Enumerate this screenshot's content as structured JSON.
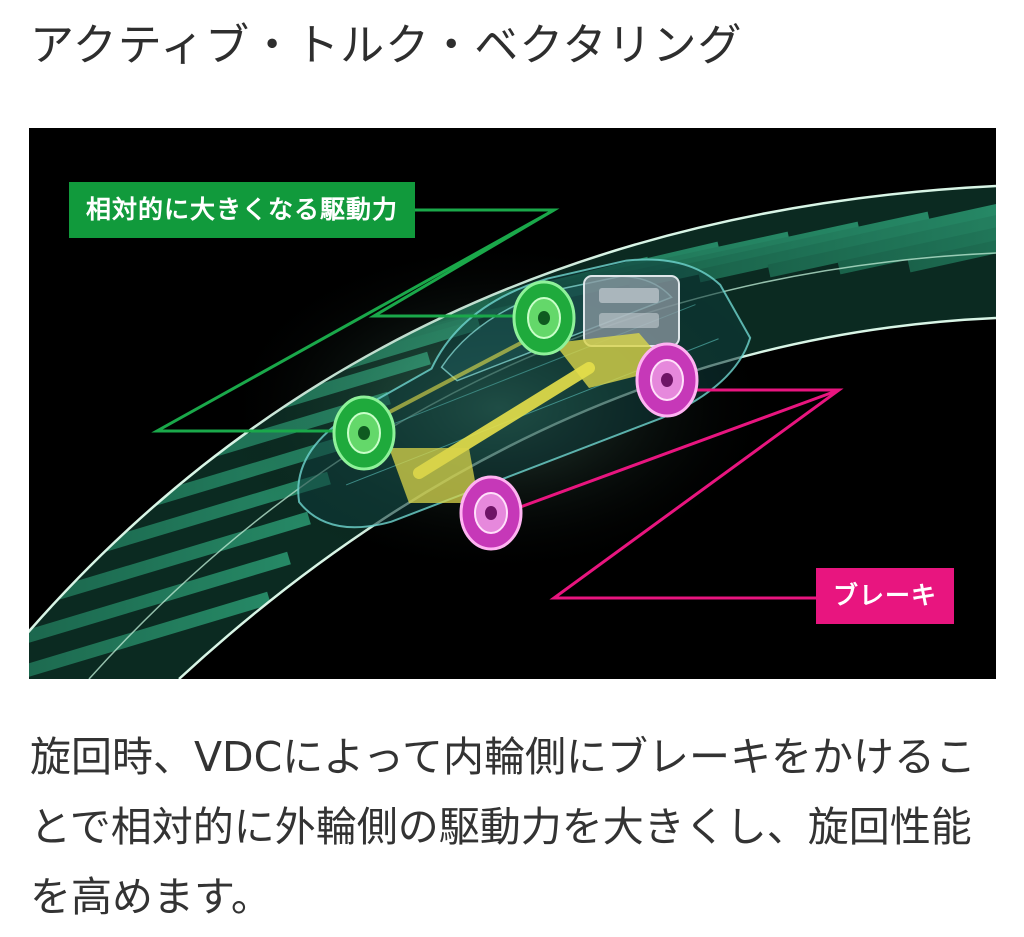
{
  "page": {
    "title": "アクティブ・トルク・ベクタリング",
    "description": "旋回時、VDCによって内輪側にブレーキをかけることで相対的に外輪側の駆動力を大きくし、旋回性能を高めます。"
  },
  "illustration": {
    "labels": {
      "drive_force": "相対的に大きくなる駆動力",
      "brake": "ブレーキ"
    },
    "colors": {
      "drive_force": "#119a3c",
      "brake": "#e8157f",
      "road": "#2e8f6a",
      "driveshaft": "#e6e04a",
      "background": "#000000"
    }
  }
}
